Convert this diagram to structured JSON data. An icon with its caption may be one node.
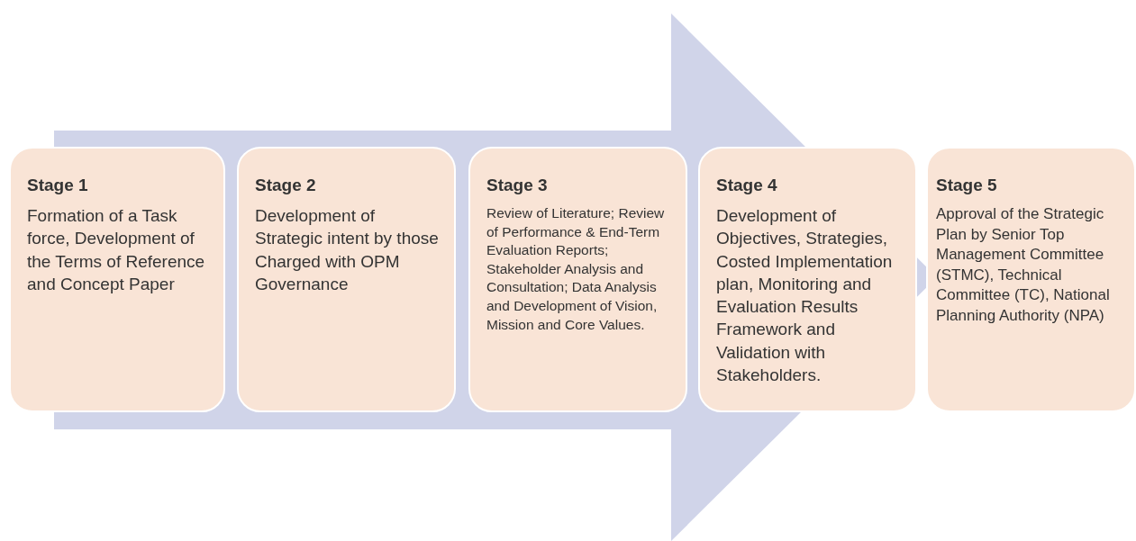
{
  "diagram": {
    "nodes": [
      {
        "text": [
          "Stage 1",
          "Formation of a Task force, Development of the Terms of Reference and Concept Paper"
        ]
      },
      {
        "text": [
          "Stage 2",
          "Development of Strategic intent by those Charged with OPM Governance"
        ]
      },
      {
        "text": [
          "Stage 3",
          "Review of Literature; Review of Performance & End-Term Evaluation Reports; Stakeholder Analysis and Consultation; Data Analysis and Development of Vision, Mission and Core Values."
        ]
      },
      {
        "text": [
          "Stage 4",
          "Development of Objectives, Strategies, Costed Implementation plan, Monitoring and Evaluation Results Framework and Validation with Stakeholders."
        ]
      },
      {
        "text": [
          "Stage 5",
          "Approval of the Strategic Plan by Senior Top Management Committee (STMC), Technical Committee (TC), National Planning Authority (NPA)"
        ]
      }
    ],
    "edges": [
      {
        "from": 0,
        "to": 4,
        "arrow": "to"
      }
    ]
  }
}
